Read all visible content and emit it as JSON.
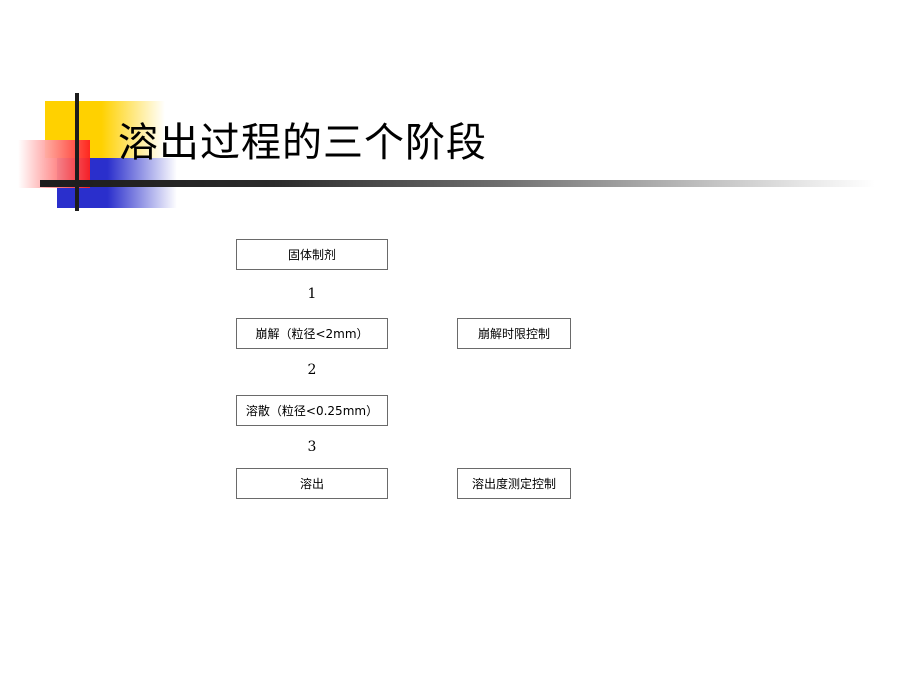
{
  "slide": {
    "title": "溶出过程的三个阶段",
    "background_color": "#ffffff"
  },
  "decoration": {
    "yellow_color": "#ffd100",
    "blue_color": "#2a2fcc",
    "red_color": "#ff1f1f",
    "bar_color": "#1c1c1c"
  },
  "flowchart": {
    "left_column": [
      {
        "label": "固体制剂"
      },
      {
        "label": "崩解（粒径<2mm）"
      },
      {
        "label": "溶散（粒径<0.25mm）"
      },
      {
        "label": "溶出"
      }
    ],
    "right_column": [
      {
        "label": "崩解时限控制"
      },
      {
        "label": "溶出度测定控制"
      }
    ],
    "steps": [
      {
        "number": "1"
      },
      {
        "number": "2"
      },
      {
        "number": "3"
      }
    ]
  }
}
